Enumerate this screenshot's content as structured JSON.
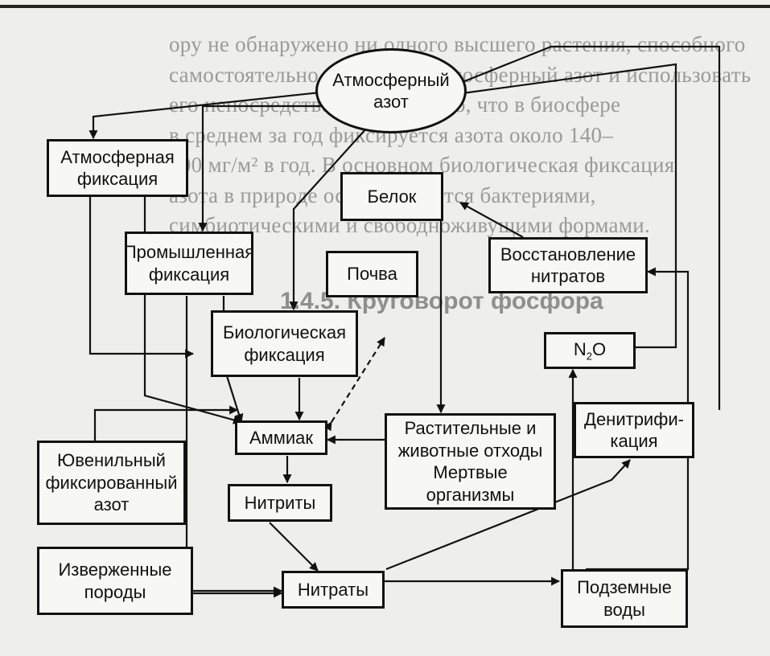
{
  "diagram": {
    "nodes": {
      "atm_n": "Атмосферный\nазот",
      "atm_fix": "Атмосферная\nфиксация",
      "belok": "Белок",
      "prom_fix": "Промышленная\nфиксация",
      "pochva": "Почва",
      "vosst": "Восстановление\nнитратов",
      "bio_fix": "Биологическая\nфиксация",
      "n2o_main": "N",
      "n2o_sub": "2",
      "n2o_tail": "O",
      "ammiak": "Аммиак",
      "otkhody": "Растительные и\nживотные отходы\nМертвые организмы",
      "denitr": "Денитрифи-\nкация",
      "juven": "Ювенильный\nфиксированный\nазот",
      "nitrity": "Нитриты",
      "izverzh": "Изверженные\nпороды",
      "nitraty": "Нитраты",
      "podzem": "Подземные\nводы"
    }
  },
  "background_text": [
    "ору не обнаружено ни одного высшего растения, способного",
    "самостоятельно поглощать атмосферный азот и использовать",
    "его непосредственно. Известно, что в биосфере",
    "в среднем за год фиксируется азота около 140–",
    "700 мг/м² в год. В основном биологическая фиксация",
    "азота в природе осуществляется бактериями,",
    "симбиотическими и свободноживущими формами."
  ],
  "background_heading": "1.4.5. Круговорот фосфора"
}
